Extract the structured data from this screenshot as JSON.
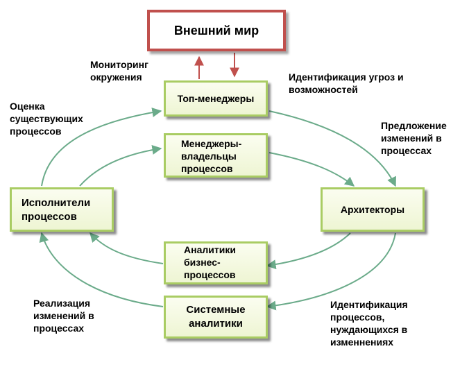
{
  "nodes": {
    "external_world": "Внешний мир",
    "top_managers": "Топ-менеджеры",
    "process_owners": [
      "Менеджеры-",
      "владельцы",
      "процессов"
    ],
    "architects": "Архитекторы",
    "process_executors": [
      "Исполнители",
      "процессов"
    ],
    "business_analysts": [
      "Аналитики",
      "бизнес-",
      "процессов"
    ],
    "system_analysts": [
      "Системные",
      "аналитики"
    ]
  },
  "labels": {
    "monitoring": [
      "Мониторинг",
      "окружения"
    ],
    "threats": [
      "Идентификация угроз и",
      "возможностей"
    ],
    "assessment": [
      "Оценка",
      "существующих",
      "процессов"
    ],
    "proposals": [
      "Предложение",
      "изменений в",
      "процессах"
    ],
    "implementation": [
      "Реализация",
      "изменений в",
      "процессах"
    ],
    "identification": [
      "Идентификация",
      "процессов,",
      "нуждающихся в",
      "изменнениях"
    ]
  },
  "colors": {
    "box_border": "#a9cc63",
    "world_border": "#c0504d",
    "arrow_green": "#6bab8a",
    "arrow_red": "#c0504d"
  }
}
